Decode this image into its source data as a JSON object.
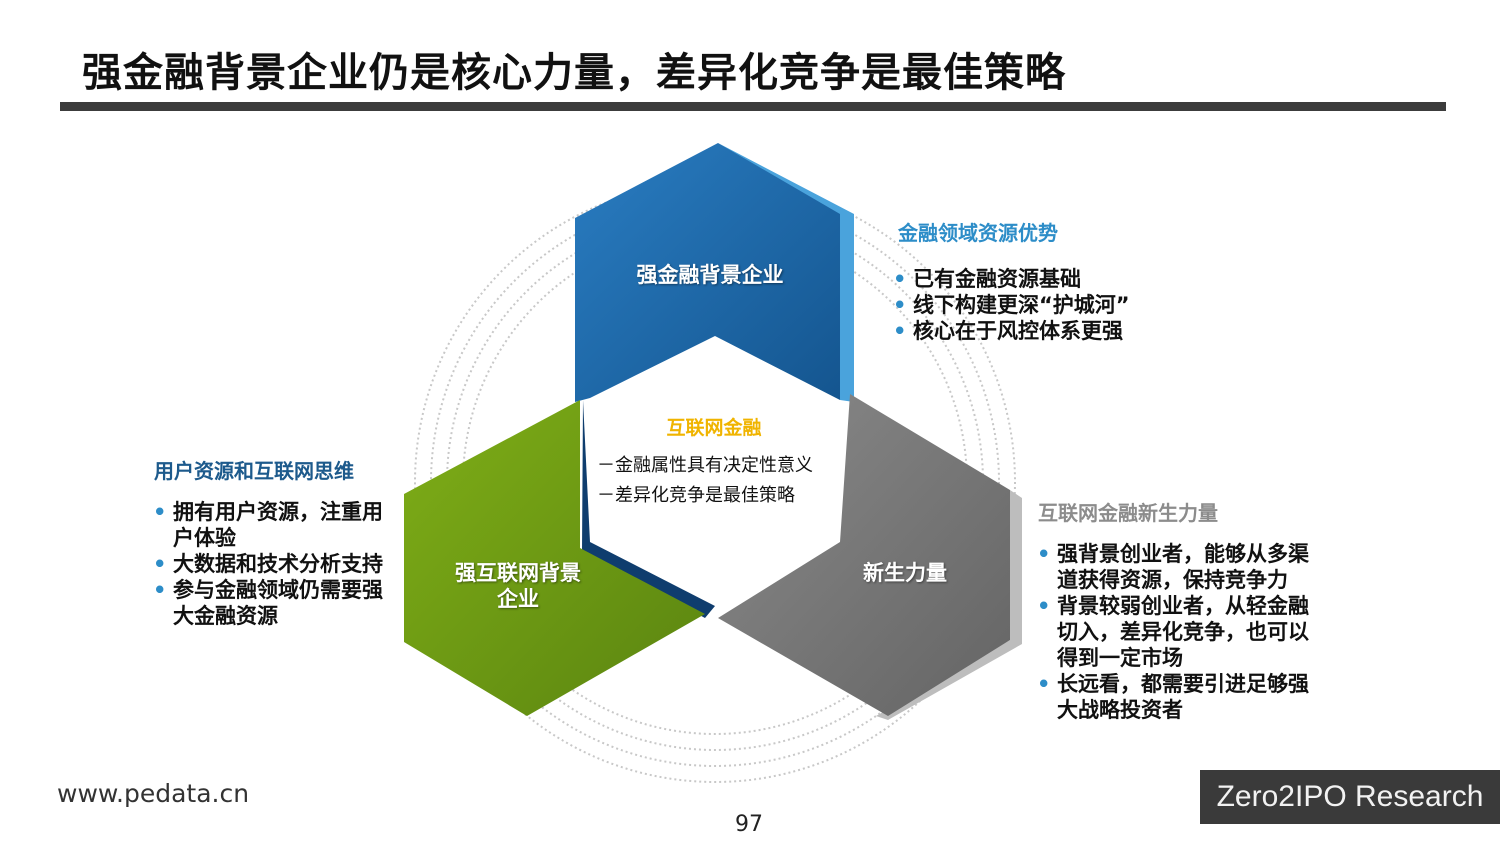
{
  "title": "强金融背景企业仍是核心力量，差异化竞争是最佳策略",
  "colors": {
    "finance": "#1d67a8",
    "internet": "#6f9a12",
    "newforce": "#7a7a7a",
    "center_heading": "#f0b400",
    "finance_heading": "#2d8dc8",
    "internet_heading": "#1d5a8c",
    "newforce_heading": "#8c8c8c"
  },
  "hexagons": {
    "finance": {
      "label": "强金融背景企业"
    },
    "internet": {
      "label_line1": "强互联网背景",
      "label_line2": "企业"
    },
    "newforce": {
      "label": "新生力量"
    }
  },
  "center": {
    "heading": "互联网金融",
    "items": [
      "－金融属性具有决定性意义",
      "－差异化竞争是最佳策略"
    ]
  },
  "finance_panel": {
    "heading": "金融领域资源优势",
    "bullets": [
      "已有金融资源基础",
      "线下构建更深“护城河”",
      "核心在于风控体系更强"
    ]
  },
  "internet_panel": {
    "heading": "用户资源和互联网思维",
    "bullets": [
      "拥有用户资源，注重用户体验",
      "大数据和技术分析支持",
      "参与金融领域仍需要强大金融资源"
    ]
  },
  "newforce_panel": {
    "heading": "互联网金融新生力量",
    "bullets": [
      "强背景创业者，能够从多渠道获得资源，保持竞争力",
      "背景较弱创业者，从轻金融切入，差异化竞争，也可以得到一定市场",
      "长远看，都需要引进足够强大战略投资者"
    ]
  },
  "footer": {
    "url": "www.pedata.cn",
    "page": "97",
    "brand": "Zero2IPO Research"
  }
}
